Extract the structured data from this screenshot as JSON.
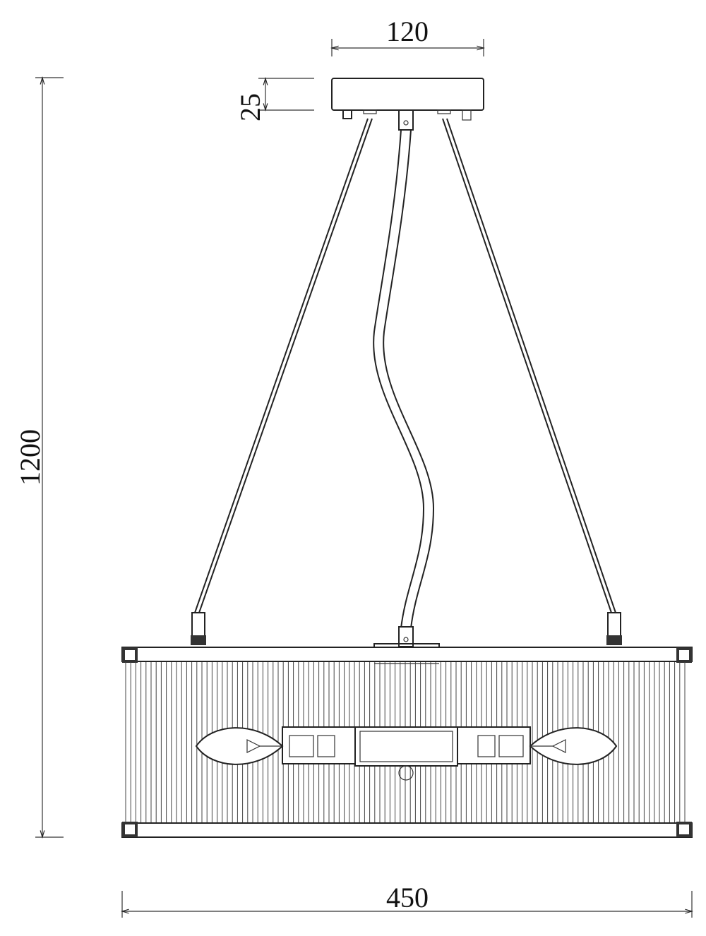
{
  "dimensions": {
    "canopy_width": "120",
    "canopy_height": "25",
    "total_height": "1200",
    "shade_width": "450"
  },
  "colors": {
    "line": "#222222",
    "background": "#ffffff"
  }
}
